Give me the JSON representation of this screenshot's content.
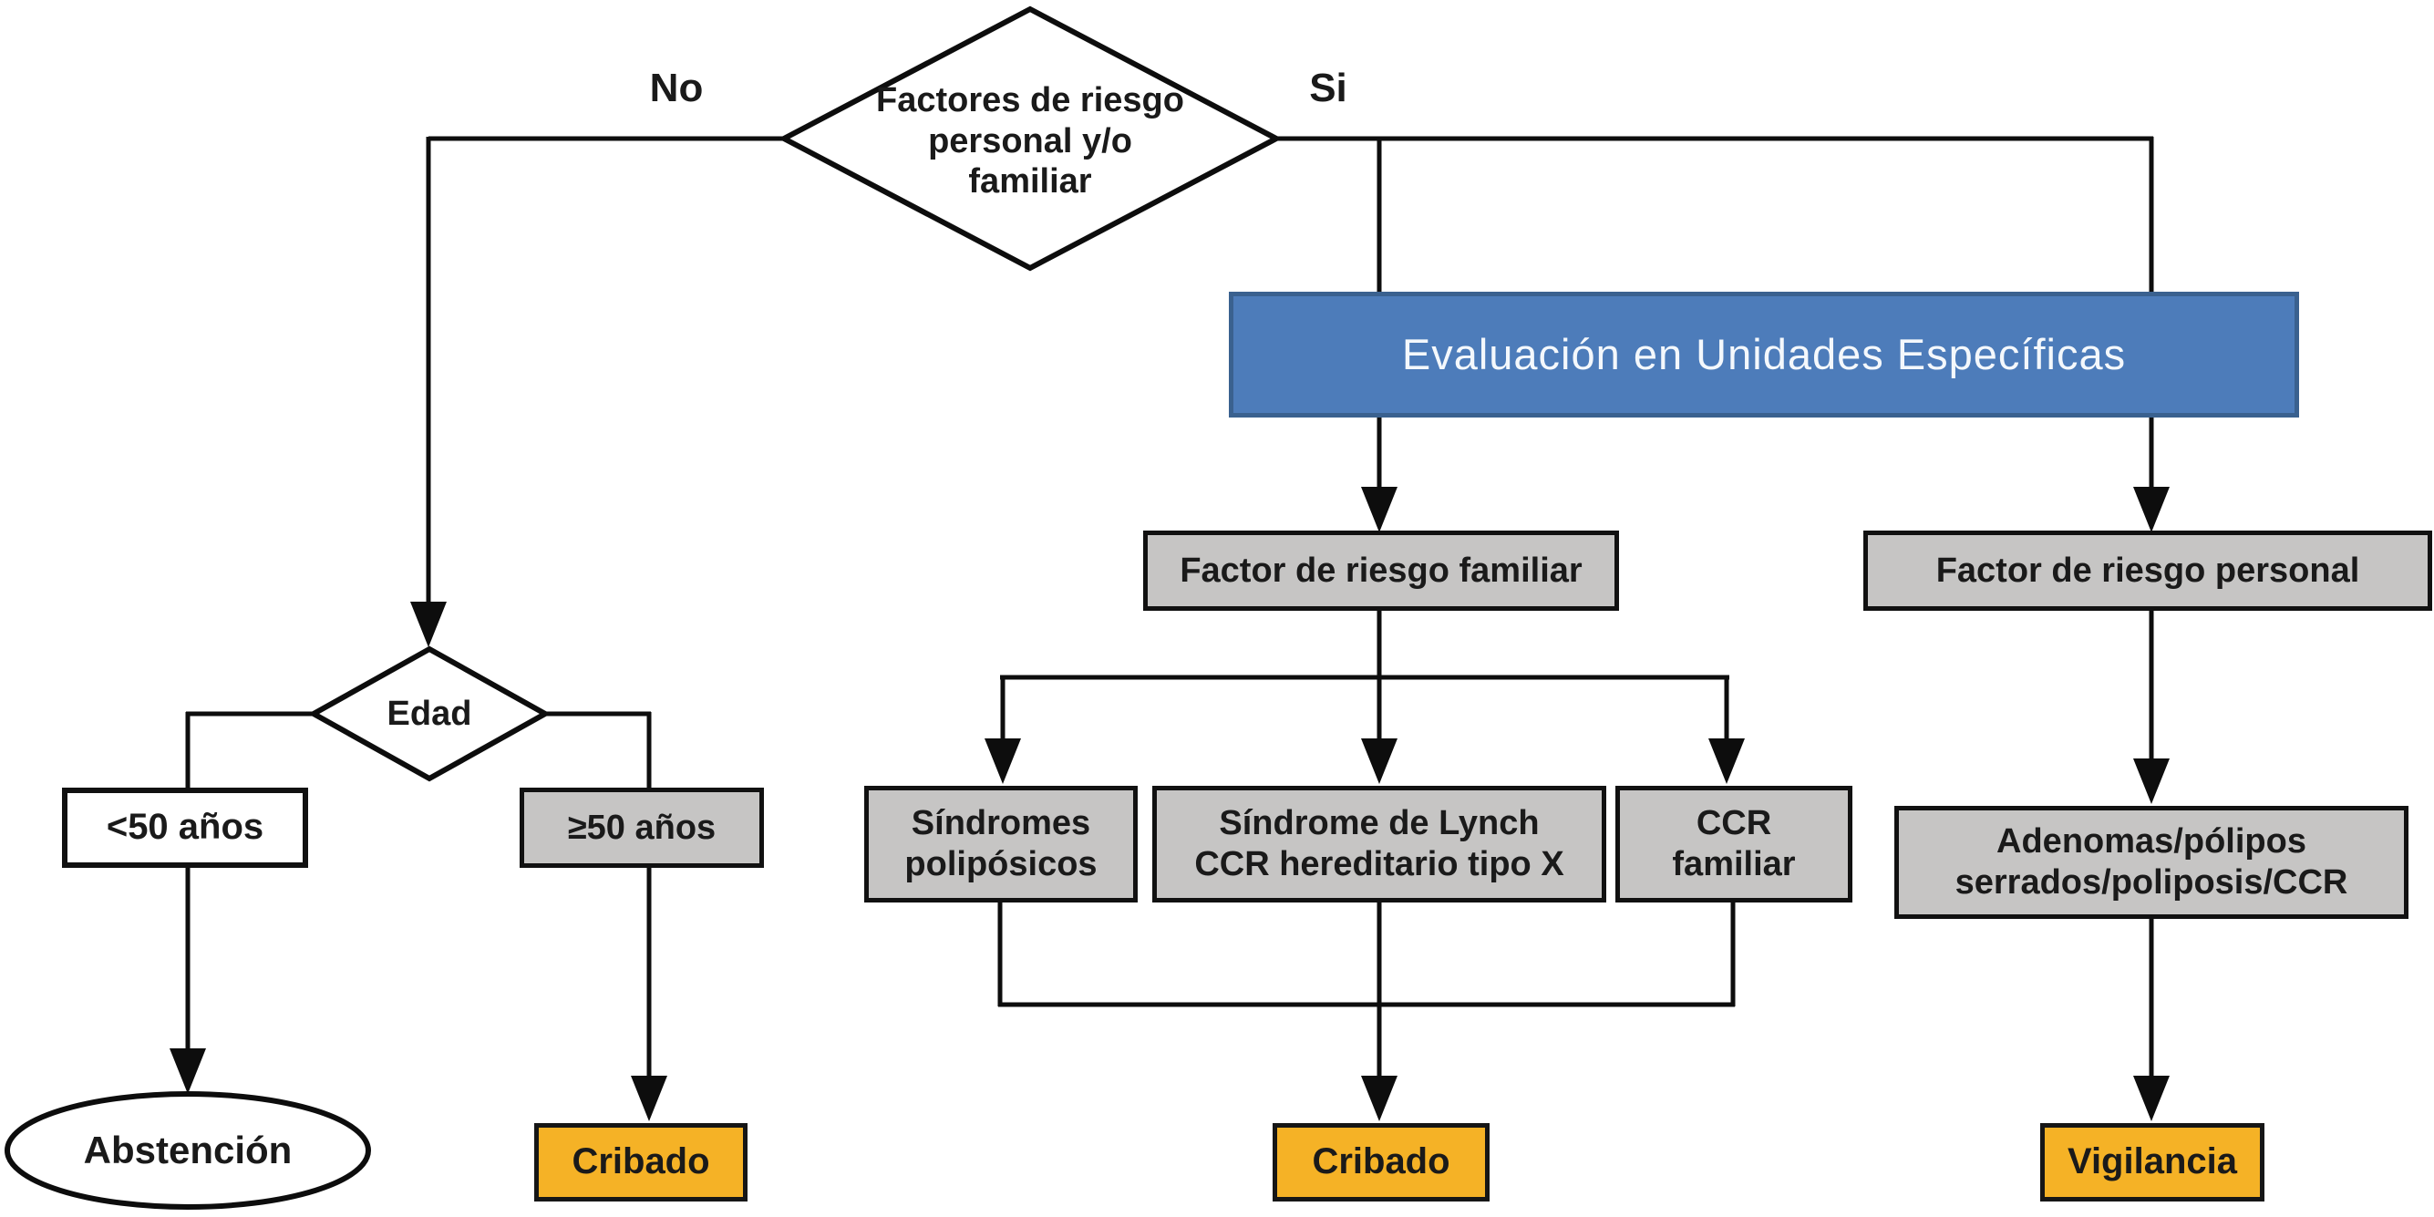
{
  "palette": {
    "blue_fill": "#4d7cba",
    "blue_border": "#3a618f",
    "gray_fill": "#c6c5c4",
    "orange_fill": "#f5b226",
    "white_fill": "#ffffff",
    "line_color": "#0d0d0d",
    "node_border": "#111111",
    "blue_text": "#f4f8fc",
    "text_color": "#1a1a1a"
  },
  "nodes": {
    "risk_decision": "Factores de riesgo\npersonal y/o\nfamiliar",
    "branch_no": "No",
    "branch_si": "Si",
    "evaluation": "Evaluación en Unidades Específicas",
    "family_risk": "Factor de riesgo familiar",
    "personal_risk": "Factor de riesgo personal",
    "age_decision": "Edad",
    "under_50": "<50 años",
    "over_50": "≥50 años",
    "polyposis_syndromes": "Síndromes\npolipósicos",
    "lynch_syndrome": "Síndrome de Lynch\nCCR hereditario tipo X",
    "familial_ccr": "CCR\nfamiliar",
    "adenomas": "Adenomas/pólipos\nserrados/poliposis/CCR",
    "abstention": "Abstención",
    "screening_left": "Cribado",
    "screening_center": "Cribado",
    "surveillance": "Vigilancia"
  }
}
